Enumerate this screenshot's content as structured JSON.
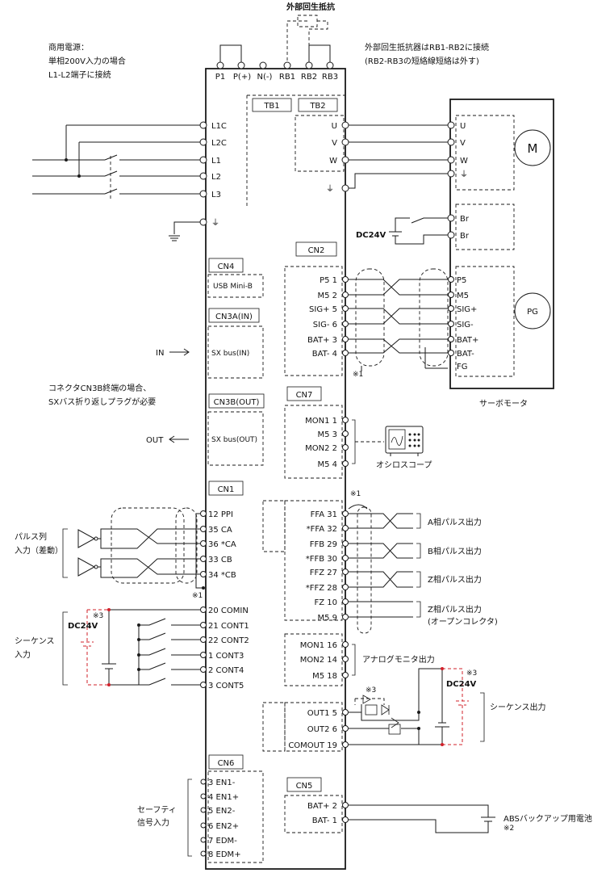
{
  "notes": {
    "ext_regen": "外部回生抵抗",
    "power_1": "商用電源：",
    "power_2": "単相200V入力の場合",
    "power_3": "L1-L2端子に接続",
    "regen_1": "外部回生抵抗器はRB1-RB2に接続",
    "regen_2": "(RB2-RB3の短絡線短絡は外す)",
    "cn3b_1": "コネクタCN3B終端の場合、",
    "cn3b_2": "SXバス折り返しプラグが必要",
    "servo_motor": "サーボモータ",
    "oscilloscope": "オシロスコープ",
    "pulse_input_1": "パルス列",
    "pulse_input_2": "入力（差動）",
    "seq_input_1": "シーケンス",
    "seq_input_2": "入力",
    "safety_1": "セーフティ",
    "safety_2": "信号入力",
    "analog_monitor": "アナログモニタ出力",
    "seq_output": "シーケンス出力",
    "abs_battery": "ABSバックアップ用電池",
    "in_arrow": "IN",
    "out_arrow": "OUT",
    "dc24v": "DC24V",
    "m_label": "M",
    "pg_label": "PG",
    "mark1": "※1",
    "mark2": "※2",
    "mark3": "※3"
  },
  "top_terminals": [
    "P1",
    "P(+)",
    "N(-)",
    "RB1",
    "RB2",
    "RB3"
  ],
  "tb1": "TB1",
  "tb2": "TB2",
  "power_terms": [
    "L1C",
    "L2C",
    "L1",
    "L2",
    "L3"
  ],
  "tb2_terms": [
    "U",
    "V",
    "W"
  ],
  "motor_terms": [
    "U",
    "V",
    "W"
  ],
  "brake_terms": [
    "Br",
    "Br"
  ],
  "connectors": {
    "cn4": "CN4",
    "cn4_port": "USB Mini-B",
    "cn3a": "CN3A(IN)",
    "cn3a_port": "SX bus(IN)",
    "cn3b": "CN3B(OUT)",
    "cn3b_port": "SX bus(OUT)",
    "cn2": "CN2",
    "cn7": "CN7",
    "cn1": "CN1",
    "cn6": "CN6",
    "cn5": "CN5"
  },
  "cn2_pins": [
    "P5 1",
    "M5 2",
    "SIG+ 5",
    "SIG- 6",
    "BAT+ 3",
    "BAT- 4"
  ],
  "pg_pins": [
    "P5",
    "M5",
    "SIG+",
    "SIG-",
    "BAT+",
    "BAT-",
    "FG"
  ],
  "cn7_pins": [
    "MON1 1",
    "M5 3",
    "MON2 2",
    "M5 4"
  ],
  "cn1_left": [
    "12 PPI",
    "35 CA",
    "36 *CA",
    "33 CB",
    "34 *CB",
    "20 COMIN",
    "21 CONT1",
    "22 CONT2",
    "1 CONT3",
    "2 CONT4",
    "3 CONT5"
  ],
  "cn1_right": [
    "FFA 31",
    "*FFA 32",
    "FFB 29",
    "*FFB 30",
    "FFZ 27",
    "*FFZ 28",
    "FZ 10",
    "M5   9",
    "MON1 16",
    "MON2 14",
    "M5 18",
    "OUT1  5",
    "OUT2  6",
    "COMOUT 19"
  ],
  "pulse_outputs": [
    "A相パルス出力",
    "B相パルス出力",
    "Z相パルス出力",
    "Z相パルス出力",
    "(オープンコレクタ)"
  ],
  "cn6_pins": [
    "3 EN1-",
    "4 EN1+",
    "5 EN2-",
    "6 EN2+",
    "7 EDM-",
    "8 EDM+"
  ],
  "cn5_pins": [
    "BAT+ 2",
    "BAT- 1"
  ]
}
